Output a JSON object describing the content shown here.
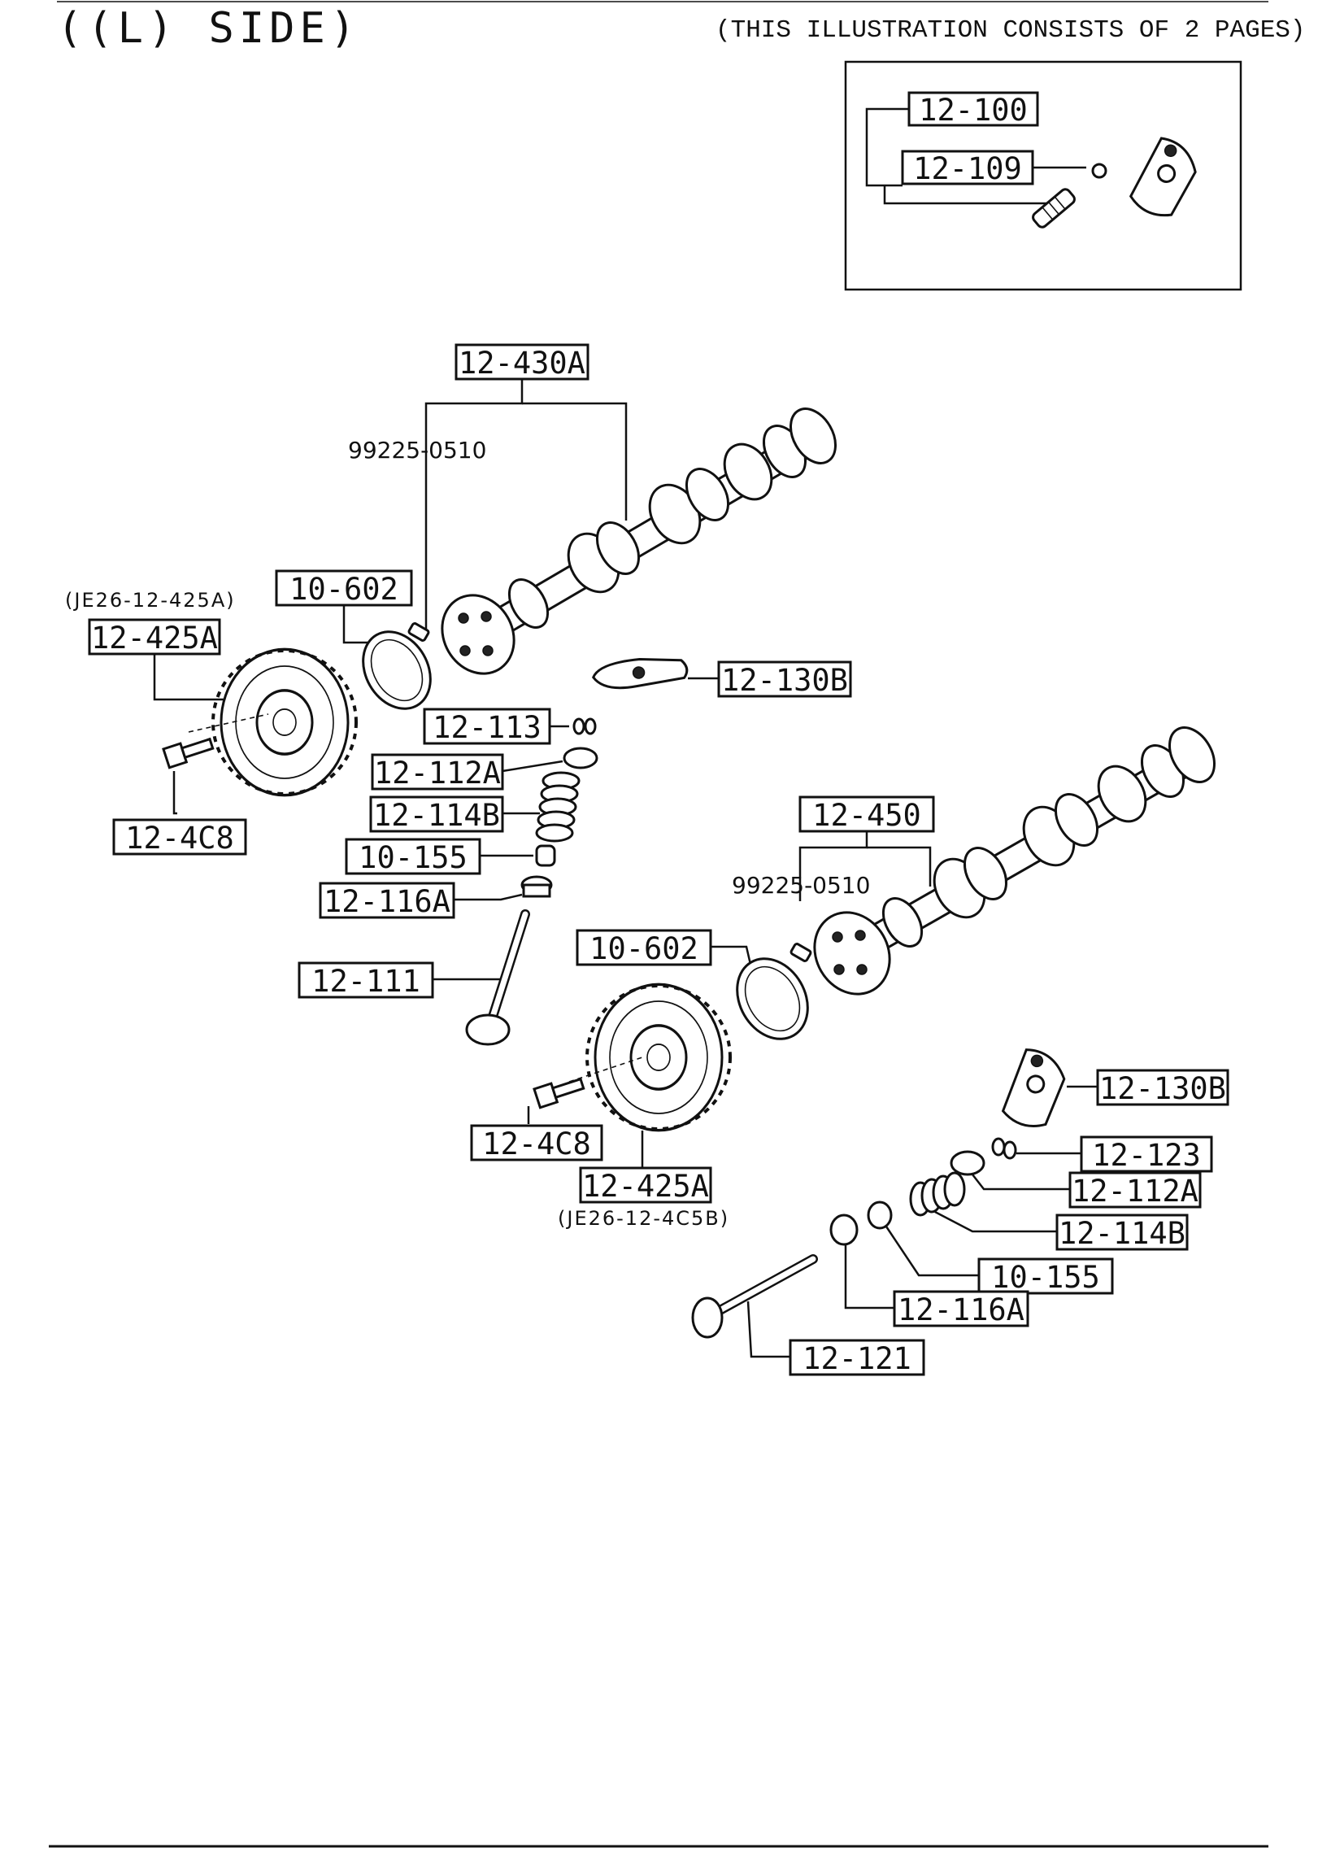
{
  "header": {
    "title": "((L) SIDE)",
    "note": "(THIS ILLUSTRATION CONSISTS OF  2 PAGES)"
  },
  "inset": {
    "label_a": "12-100",
    "label_b": "12-109"
  },
  "upper": {
    "camshaft": "12-430A",
    "pin": "99225-0510",
    "seal": "10-602",
    "sprocket_ref": "(JE26-12-425A)",
    "sprocket": "12-425A",
    "bolt": "12-4C8",
    "rocker": "12-130B",
    "keeper": "12-113",
    "retainer": "12-112A",
    "spring": "12-114B",
    "valve_seal": "10-155",
    "spring_seat": "12-116A",
    "valve": "12-111"
  },
  "lower": {
    "camshaft": "12-450",
    "pin": "99225-0510",
    "seal": "10-602",
    "bolt": "12-4C8",
    "sprocket": "12-425A",
    "sprocket_ref": "(JE26-12-4C5B)",
    "rocker": "12-130B",
    "keeper": "12-123",
    "retainer": "12-112A",
    "spring": "12-114B",
    "valve_seal": "10-155",
    "spring_seat": "12-116A",
    "valve": "12-121"
  }
}
